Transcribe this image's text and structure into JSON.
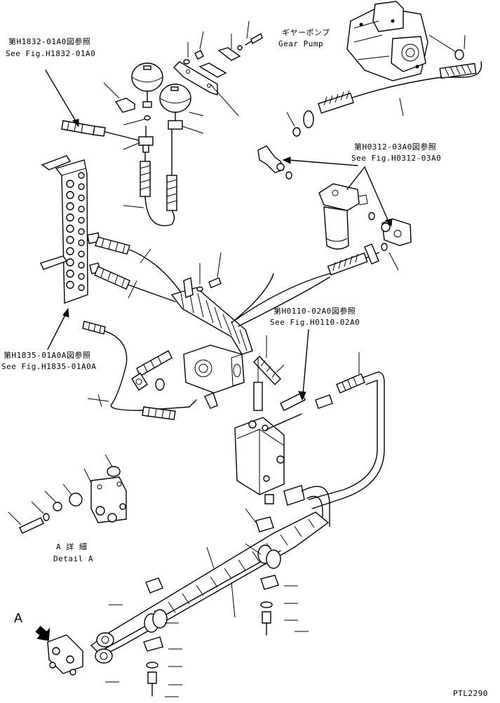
{
  "refs": {
    "h1832_jp": "第H1832-01A0図参照",
    "h1832_en": "See Fig.H1832-01A0",
    "gear_pump_jp": "ギヤーポンプ",
    "gear_pump_en": "Gear Pump",
    "h0312_jp": "第H0312-03A0図参照",
    "h0312_en": "See Fig.H0312-03A0",
    "h0110_jp": "第H0110-02A0図参照",
    "h0110_en": "See Fig.H0110-02A0",
    "h1835_jp": "第H1835-01A0A図参照",
    "h1835_en": "See Fig.H1835-01A0A",
    "detail_jp": "A 詳 細",
    "detail_en": "Detail A",
    "view_letter": "A",
    "figure_code": "PTL2290"
  }
}
